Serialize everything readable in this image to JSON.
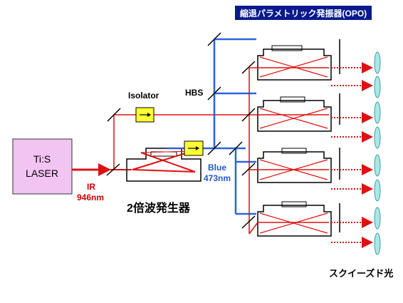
{
  "title": "縮退パラメトリック発振器(OPO)",
  "laser_label_line1": "Ti:S",
  "laser_label_line2": "LASER",
  "ir_label": "IR",
  "ir_wavelength": "946nm",
  "isolator_label": "Isolator",
  "hbs_label": "HBS",
  "blue_label": "Blue",
  "blue_wavelength": "473nm",
  "shg_label": "2倍波発生器",
  "squeezed_label": "スクイーズド光",
  "colors": {
    "title_bg": "#0a1a8c",
    "title_text": "#ffffff",
    "laser_fill": "#f2c4f2",
    "ir_beam": "#dd1111",
    "blue_beam": "#2a64e0",
    "isolator_fill": "#ffff33",
    "lens_fill": "#a8e8e8",
    "ir_text": "#cc0000",
    "blue_text": "#2255cc"
  }
}
